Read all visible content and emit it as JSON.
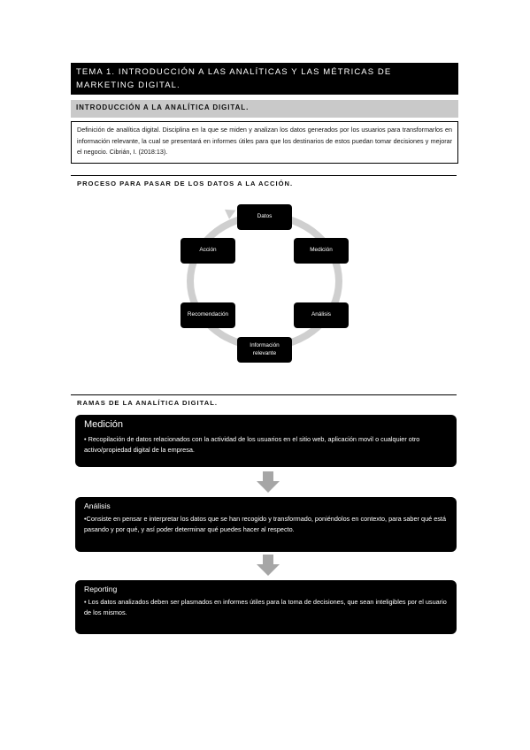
{
  "header": {
    "title": "TEMA 1. INTRODUCCIÓN A LAS ANALÍTICAS Y LAS MÉTRICAS DE MARKETING DIGITAL.",
    "subtitle": "INTRODUCCIÓN A LA ANALÍTICA DIGITAL."
  },
  "definition": {
    "text": "Definición de analítica digital. Disciplina en la que se miden y analizan los datos generados por los usuarios para transformarlos en información relevante, la cual se presentará en informes útiles para que los destinarios de estos puedan tomar decisiones y mejorar el negocio. Cibrián, I. (2018:13)."
  },
  "process": {
    "heading": "PROCESO PARA PASAR DE LOS DATOS A LA ACCIÓN.",
    "nodes": [
      "Datos",
      "Medición",
      "Análisis",
      "Información relevante",
      "Recomendación",
      "Acción"
    ]
  },
  "branches": {
    "heading": "RAMAS DE LA ANALÍTICA DIGITAL.",
    "items": [
      {
        "title": "Medición",
        "text": "• Recopilación de datos relacionados con la actividad de los usuarios en el sitio web, aplicación movil o cualquier otro activo/propiedad digital de la empresa."
      },
      {
        "title": "Análisis",
        "text": "•Consiste en pensar e interpretar los datos que se han recogido y transformado, poniéndolos en contexto, para saber qué está pasando y por qué, y así poder determinar qué puedes hacer al respecto."
      },
      {
        "title": "Reporting",
        "text": "• Los datos analizados deben ser plasmados en informes útiles para la toma de decisiones, que sean inteligibles por el usuario de los mismos."
      }
    ]
  },
  "colors": {
    "dark": "#000000",
    "gray_bar": "#c9c9c9",
    "ring": "#cfcfcf",
    "arrow": "#a6a6a6"
  }
}
